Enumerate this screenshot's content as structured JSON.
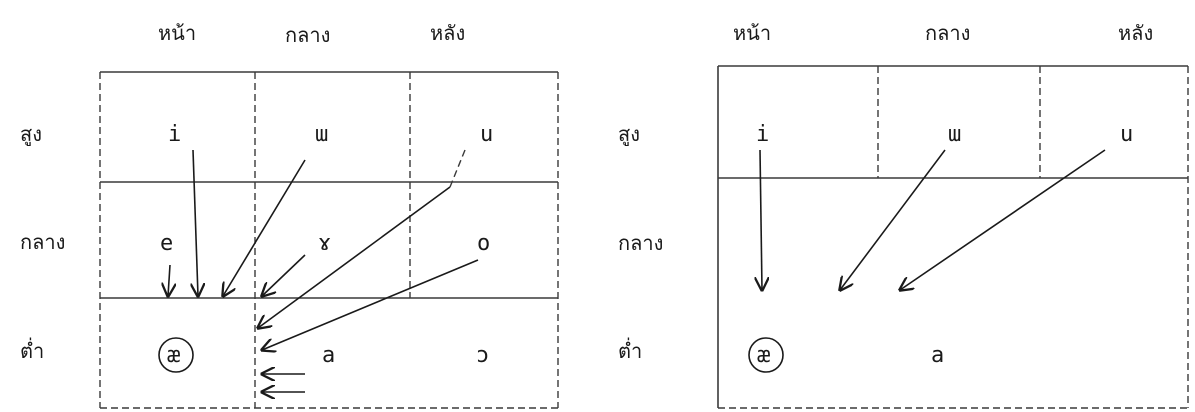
{
  "left_chart": {
    "col_headers": [
      "หน้า",
      "กลาง",
      "หลัง"
    ],
    "row_headers": [
      "สูง",
      "กลาง",
      "ต่ำ"
    ],
    "vowels": {
      "i": "i",
      "high_central": "ɯ",
      "u": "u",
      "e": "e",
      "mid_central": "ɤ",
      "o": "o",
      "ae": "æ",
      "a": "a",
      "open_o": "ɔ"
    }
  },
  "right_chart": {
    "col_headers": [
      "หน้า",
      "กลาง",
      "หลัง"
    ],
    "row_headers": [
      "สูง",
      "กลาง",
      "ต่ำ"
    ],
    "vowels": {
      "i": "i",
      "high_central": "ɯ",
      "u": "u",
      "ae": "æ",
      "a": "a"
    }
  }
}
